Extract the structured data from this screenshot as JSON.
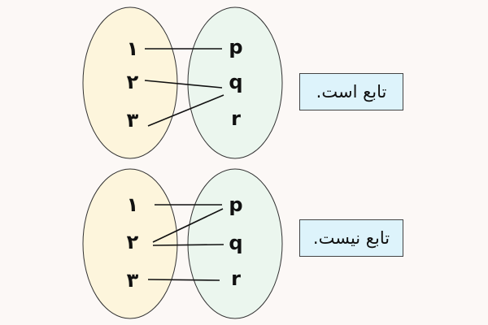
{
  "colors": {
    "domain_fill": "#fdf5dc",
    "codomain_fill": "#e8f6ec",
    "box_fill": "#ddf3fb",
    "background": "#fcf8f6"
  },
  "diagrams": [
    {
      "domain": [
        "۱",
        "۲",
        "۳"
      ],
      "codomain": [
        "p",
        "q",
        "r"
      ],
      "mappings": [
        [
          "۱",
          "p"
        ],
        [
          "۲",
          "q"
        ],
        [
          "۳",
          "q"
        ]
      ],
      "caption": "تابع است."
    },
    {
      "domain": [
        "۱",
        "۲",
        "۳"
      ],
      "codomain": [
        "p",
        "q",
        "r"
      ],
      "mappings": [
        [
          "۱",
          "p"
        ],
        [
          "۲",
          "p"
        ],
        [
          "۲",
          "q"
        ],
        [
          "۳",
          "r"
        ]
      ],
      "caption": "تابع نیست."
    }
  ]
}
